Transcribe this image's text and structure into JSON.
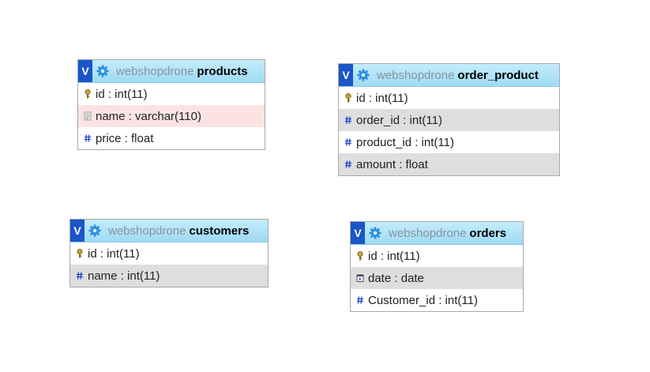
{
  "tables": [
    {
      "key": "products",
      "database": "webshopdrone",
      "name": "products",
      "fields": [
        {
          "label": "id : int(11)",
          "icon": "key-icon"
        },
        {
          "label": "name : varchar(110)",
          "icon": "text-field-icon"
        },
        {
          "label": "price : float",
          "icon": "hash-icon"
        }
      ]
    },
    {
      "key": "order_product",
      "database": "webshopdrone",
      "name": "order_product",
      "fields": [
        {
          "label": "id : int(11)",
          "icon": "key-icon"
        },
        {
          "label": "order_id : int(11)",
          "icon": "hash-icon"
        },
        {
          "label": "product_id : int(11)",
          "icon": "hash-icon"
        },
        {
          "label": "amount : float",
          "icon": "hash-icon"
        }
      ]
    },
    {
      "key": "customers",
      "database": "webshopdrone",
      "name": "customers",
      "fields": [
        {
          "label": "id : int(11)",
          "icon": "key-icon"
        },
        {
          "label": "name : int(11)",
          "icon": "hash-icon"
        }
      ]
    },
    {
      "key": "orders",
      "database": "webshopdrone",
      "name": "orders",
      "fields": [
        {
          "label": "id : int(11)",
          "icon": "key-icon"
        },
        {
          "label": "date : date",
          "icon": "date-icon"
        },
        {
          "label": "Customer_id : int(11)",
          "icon": "hash-icon"
        }
      ]
    }
  ],
  "toggle_label": "V",
  "colors": {
    "header_top": "#c4ecfb",
    "header_bottom": "#9edaf5",
    "toggle": "#1a56c8",
    "row_alt": "#dedede",
    "row_highlight": "#fbe3e3",
    "border": "#a9a9a9",
    "hash": "#2244cc"
  }
}
